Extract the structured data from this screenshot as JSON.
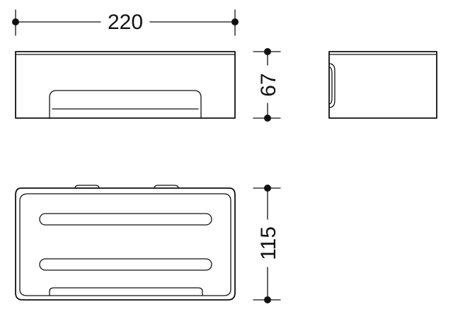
{
  "dimensions": {
    "width": "220",
    "height": "67",
    "depth": "115"
  },
  "colors": {
    "line": "#111111",
    "background": "#ffffff"
  }
}
